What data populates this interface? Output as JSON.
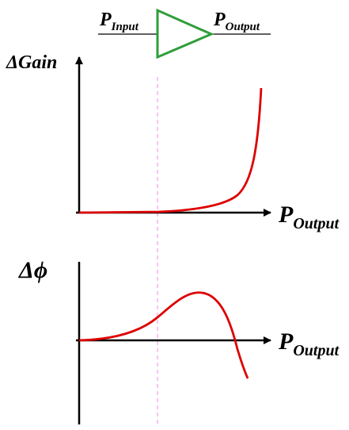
{
  "amplifier": {
    "input_main": "P",
    "input_sub": "Input",
    "output_main": "P",
    "output_sub": "Output",
    "triangle_color": "#2e9e3a"
  },
  "gain_plot": {
    "y_label": "ΔGain",
    "x_label_main": "P",
    "x_label_sub": "Output",
    "curve_color": "#dd0000"
  },
  "phase_plot": {
    "y_label_delta": "Δ",
    "y_label_phi": "ϕ",
    "x_label_main": "P",
    "x_label_sub": "Output",
    "curve_color": "#dd0000"
  },
  "divider_color": "#f0a0f0"
}
